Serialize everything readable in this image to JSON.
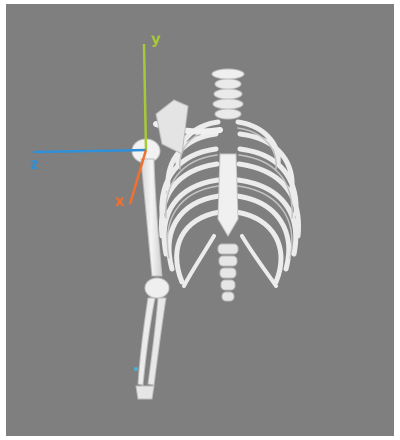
{
  "viewer": {
    "background_color": "#7f7f7f",
    "bone_color": "#ededed",
    "bone_shadow_color": "#bdbdbd"
  },
  "axes": {
    "y": {
      "label": "y",
      "color": "#a8c83a"
    },
    "z": {
      "label": "z",
      "color": "#2f8fd8"
    },
    "x": {
      "label": "x",
      "color": "#f07030"
    }
  }
}
